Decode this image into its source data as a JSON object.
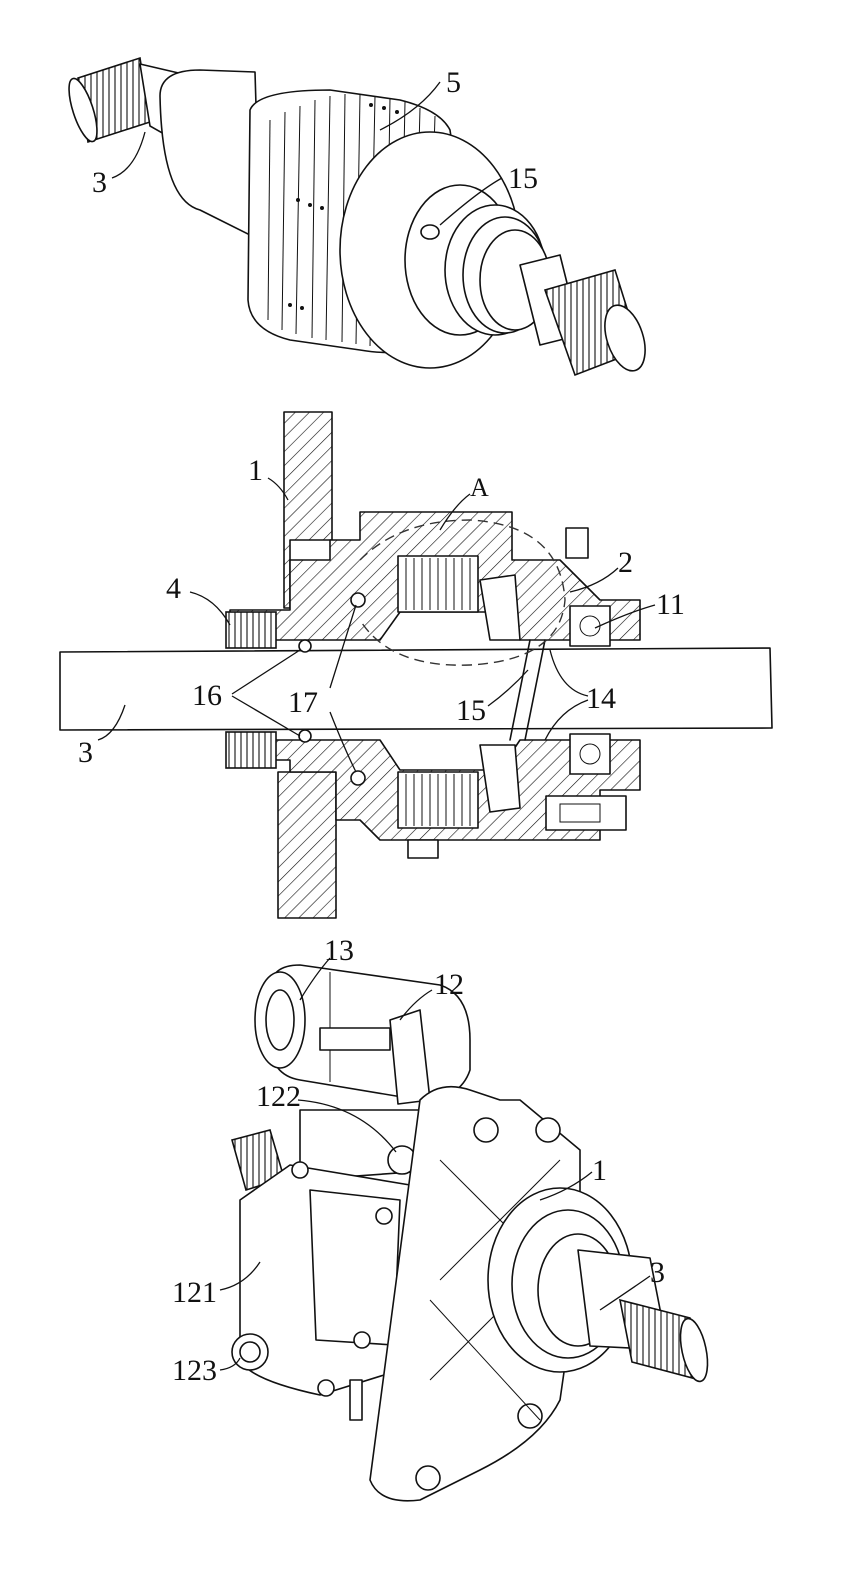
{
  "figure_top": {
    "labels": [
      {
        "id": "t3",
        "text": "3"
      },
      {
        "id": "t5",
        "text": "5"
      },
      {
        "id": "t15",
        "text": "15"
      }
    ]
  },
  "figure_middle": {
    "labels": [
      {
        "id": "m1",
        "text": "1"
      },
      {
        "id": "mA",
        "text": "A"
      },
      {
        "id": "m2",
        "text": "2"
      },
      {
        "id": "m4",
        "text": "4"
      },
      {
        "id": "m11",
        "text": "11"
      },
      {
        "id": "m16",
        "text": "16"
      },
      {
        "id": "m17",
        "text": "17"
      },
      {
        "id": "m15",
        "text": "15"
      },
      {
        "id": "m14",
        "text": "14"
      },
      {
        "id": "m3",
        "text": "3"
      }
    ]
  },
  "figure_bottom": {
    "labels": [
      {
        "id": "b13",
        "text": "13"
      },
      {
        "id": "b12",
        "text": "12"
      },
      {
        "id": "b122",
        "text": "122"
      },
      {
        "id": "b1",
        "text": "1"
      },
      {
        "id": "b3",
        "text": "3"
      },
      {
        "id": "b121",
        "text": "121"
      },
      {
        "id": "b123",
        "text": "123"
      }
    ]
  }
}
